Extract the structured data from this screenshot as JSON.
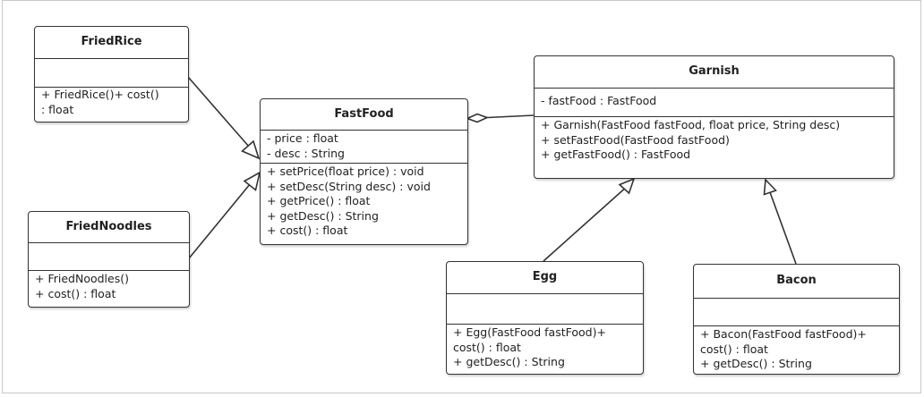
{
  "diagram": {
    "classes": {
      "fried_rice": {
        "name": "FriedRice",
        "attributes": [],
        "methods": [
          "+ FriedRice()+ cost()",
          ": float"
        ]
      },
      "fried_noodles": {
        "name": "FriedNoodles",
        "attributes": [],
        "methods": [
          "+ FriedNoodles()",
          "+ cost() : float"
        ]
      },
      "fast_food": {
        "name": "FastFood",
        "attributes": [
          "- price : float",
          "- desc : String"
        ],
        "methods": [
          "+ setPrice(float price) : void",
          "+ setDesc(String desc) : void",
          "+ getPrice() : float",
          "+ getDesc() : String",
          "+ cost() : float"
        ]
      },
      "garnish": {
        "name": "Garnish",
        "attributes": [
          "- fastFood : FastFood"
        ],
        "methods": [
          "+ Garnish(FastFood fastFood, float price, String desc)",
          "+ setFastFood(FastFood fastFood)",
          "+ getFastFood() : FastFood"
        ]
      },
      "egg": {
        "name": "Egg",
        "attributes": [],
        "methods": [
          "+ Egg(FastFood fastFood)+",
          "cost() : float",
          "+ getDesc() : String"
        ]
      },
      "bacon": {
        "name": "Bacon",
        "attributes": [],
        "methods": [
          "+ Bacon(FastFood fastFood)+",
          "cost() : float",
          "+ getDesc() : String"
        ]
      }
    },
    "relationships": [
      {
        "from": "FriedRice",
        "to": "FastFood",
        "type": "generalization"
      },
      {
        "from": "FriedNoodles",
        "to": "FastFood",
        "type": "generalization"
      },
      {
        "from": "Egg",
        "to": "Garnish",
        "type": "generalization"
      },
      {
        "from": "Bacon",
        "to": "Garnish",
        "type": "generalization"
      },
      {
        "from": "FastFood",
        "to": "Garnish",
        "type": "aggregation"
      }
    ]
  }
}
